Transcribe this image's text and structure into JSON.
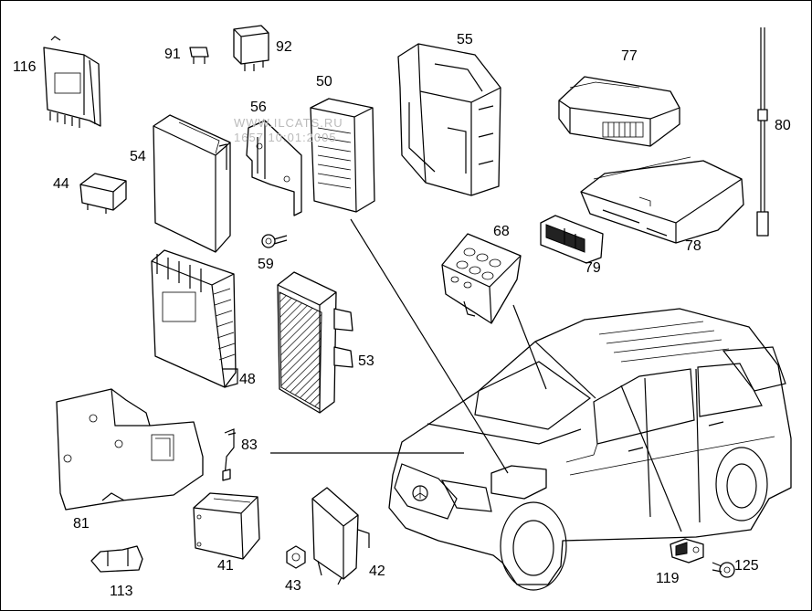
{
  "watermark": {
    "line1": "WWW.ILCATS.RU",
    "line2": "1657 10:01:2005"
  },
  "parts": [
    {
      "id": "116"
    },
    {
      "id": "91"
    },
    {
      "id": "92"
    },
    {
      "id": "55"
    },
    {
      "id": "77"
    },
    {
      "id": "80"
    },
    {
      "id": "50"
    },
    {
      "id": "56"
    },
    {
      "id": "54"
    },
    {
      "id": "44"
    },
    {
      "id": "68"
    },
    {
      "id": "78"
    },
    {
      "id": "79"
    },
    {
      "id": "59"
    },
    {
      "id": "48"
    },
    {
      "id": "53"
    },
    {
      "id": "83"
    },
    {
      "id": "81"
    },
    {
      "id": "41"
    },
    {
      "id": "43"
    },
    {
      "id": "42"
    },
    {
      "id": "113"
    },
    {
      "id": "119"
    },
    {
      "id": "125"
    }
  ]
}
